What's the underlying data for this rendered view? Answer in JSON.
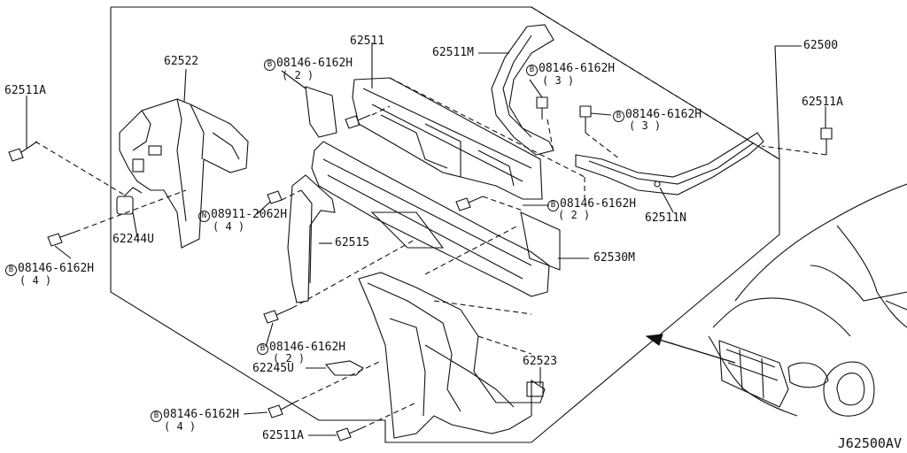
{
  "labels": {
    "p62500": "62500",
    "p62511_top": "62511",
    "p62511M": "62511M",
    "p62522": "62522",
    "p62511A_left": "62511A",
    "p62511A_right": "62511A",
    "p62511A_bottom": "62511A",
    "p62511N": "62511N",
    "p62530M": "62530M",
    "p62515": "62515",
    "p62244U": "62244U",
    "p62245U": "62245U",
    "p62523": "62523"
  },
  "bolts": [
    {
      "prefix": "B",
      "code": "08146-6162H",
      "qty": "( 2 )"
    },
    {
      "prefix": "B",
      "code": "08146-6162H",
      "qty": "( 3 )"
    },
    {
      "prefix": "B",
      "code": "08146-6162H",
      "qty": "( 3 )"
    },
    {
      "prefix": "B",
      "code": "08146-6162H",
      "qty": "( 4 )"
    },
    {
      "prefix": "B",
      "code": "08146-6162H",
      "qty": "( 2 )"
    },
    {
      "prefix": "B",
      "code": "08146-6162H",
      "qty": "( 2 )"
    },
    {
      "prefix": "B",
      "code": "08146-6162H",
      "qty": "( 4 )"
    }
  ],
  "nut": {
    "prefix": "N",
    "code": "08911-2062H",
    "qty": "( 4 )"
  },
  "diagram_ref": "J62500AV",
  "colors": {
    "line": "#111111",
    "background": "#ffffff"
  }
}
